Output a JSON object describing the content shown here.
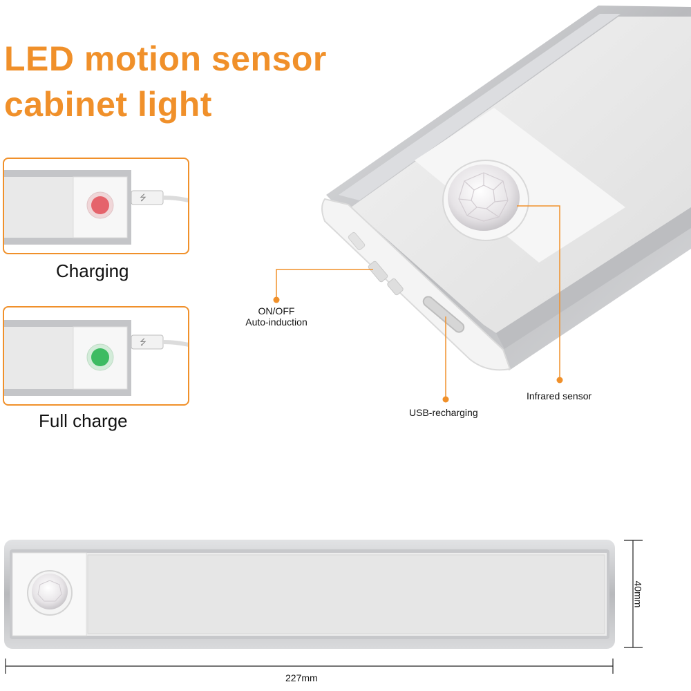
{
  "title": {
    "line1": "LED motion sensor",
    "line2": "cabinet light"
  },
  "panels": [
    {
      "caption": "Charging",
      "led_color": "#e5636b"
    },
    {
      "caption": "Full charge",
      "led_color": "#3dbb62"
    }
  ],
  "callouts": {
    "switch_line1": "ON/OFF",
    "switch_line2": "Auto-induction",
    "usb": "USB-recharging",
    "sensor": "Infrared sensor"
  },
  "dimensions": {
    "length": "227mm",
    "width": "40mm"
  },
  "colors": {
    "accent": "#f0902a",
    "housing": "#c9cacc",
    "diffuser": "#ececec"
  }
}
